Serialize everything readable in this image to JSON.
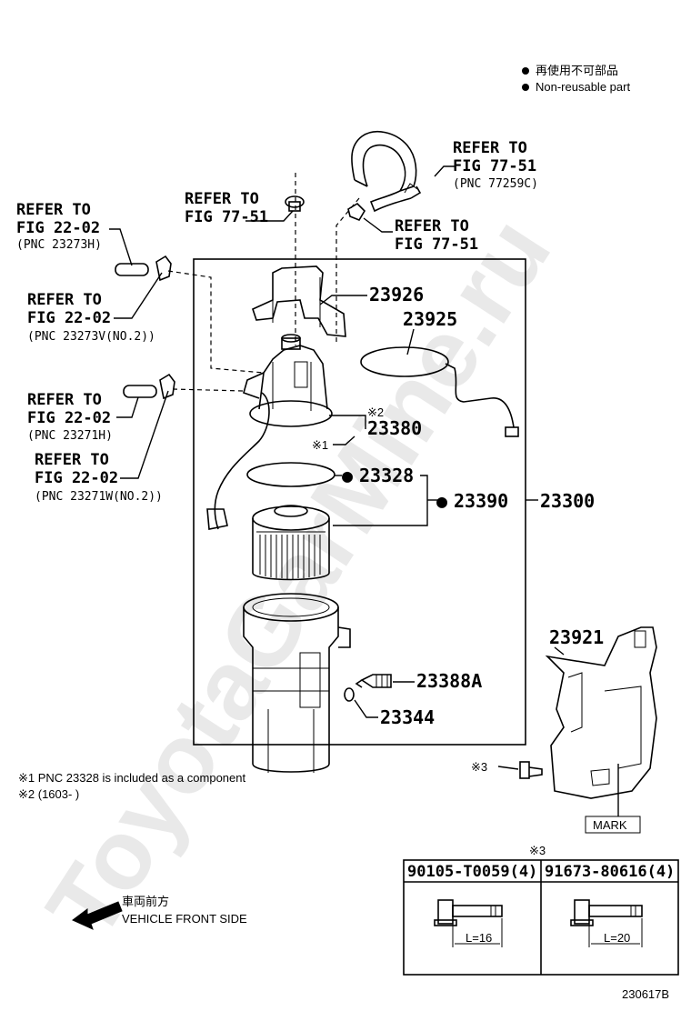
{
  "legend": {
    "non_reusable_jp": "再使用不可部品",
    "non_reusable_en": "Non-reusable part"
  },
  "refs": {
    "r1_line1": "REFER TO",
    "r1_line2": "FIG 77-51",
    "r1_pnc": "(PNC 77259C)",
    "r2_line1": "REFER TO",
    "r2_line2": "FIG 77-51",
    "r3_line1": "REFER TO",
    "r3_line2": "FIG 77-51",
    "r4_line1": "REFER TO",
    "r4_line2": "FIG 22-02",
    "r4_pnc": "(PNC 23273H)",
    "r5_line1": "REFER TO",
    "r5_line2": "FIG 22-02",
    "r5_pnc": "(PNC 23273V(NO.2))",
    "r6_line1": "REFER TO",
    "r6_line2": "FIG 22-02",
    "r6_pnc": "(PNC 23271H)",
    "r7_line1": "REFER TO",
    "r7_line2": "FIG 22-02",
    "r7_pnc": "(PNC 23271W(NO.2))"
  },
  "parts": {
    "p23926": "23926",
    "p23925": "23925",
    "p23380": "23380",
    "p23328": "23328",
    "p23390": "23390",
    "p23300": "23300",
    "p23921": "23921",
    "p23388A": "23388A",
    "p23344": "23344"
  },
  "marks": {
    "note1_mark": "※1",
    "note2_mark": "※2",
    "note3_mark": "※3",
    "non_reusable_dot": "●"
  },
  "notes": {
    "n1": "※1 PNC 23328 is included as a component",
    "n2": "※2 (1603-        )"
  },
  "bolt_table": {
    "title_mark": "※3",
    "col1": "90105-T0059(4)",
    "col2": "91673-80616(4)",
    "len1": "L=16",
    "len2": "L=20"
  },
  "mark_label": "MARK",
  "vehicle_front": {
    "jp": "車両前方",
    "en": "VEHICLE FRONT SIDE"
  },
  "figure_id": "230617B",
  "watermark": "ToyotaGarMine.ru"
}
